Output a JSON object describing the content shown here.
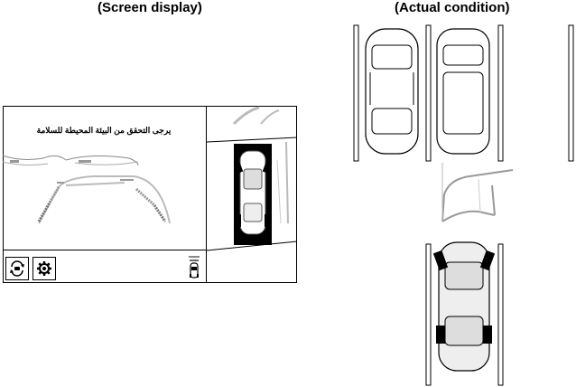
{
  "captions": {
    "screen": "(Screen display)",
    "actual": "(Actual condition)"
  },
  "screen": {
    "warning_text": "يرجى التحقق من البيئة المحيطة للسلامة",
    "buttons": [
      {
        "name": "camera-switch",
        "icon": "camera-rotate-icon"
      },
      {
        "name": "settings",
        "icon": "gear-icon"
      }
    ],
    "indicator_icon": "car-rear-indicator-icon"
  }
}
